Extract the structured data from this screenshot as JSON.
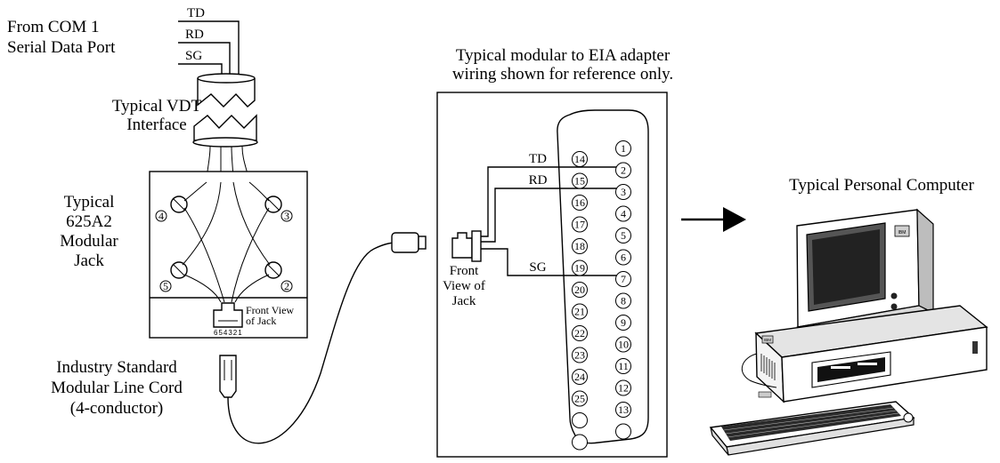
{
  "source": {
    "line1": "From COM 1",
    "line2": "Serial Data Port",
    "signals": [
      "TD",
      "RD",
      "SG"
    ]
  },
  "vdt": {
    "line1": "Typical VDT",
    "line2": "Interface"
  },
  "jack": {
    "line1": "Typical",
    "line2": "625A2",
    "line3": "Modular",
    "line4": "Jack",
    "screw_numbers": [
      "4",
      "3",
      "5",
      "2"
    ],
    "front_view_line1": "Front View",
    "front_view_line2": "of Jack",
    "pin_numbers": "654321"
  },
  "cord": {
    "line1": "Industry Standard",
    "line2": "Modular Line Cord",
    "line3": "(4-conductor)"
  },
  "adapter": {
    "caption_line1": "Typical modular to EIA adapter",
    "caption_line2": "wiring shown for reference only.",
    "jack_line1": "Front",
    "jack_line2": "View of",
    "jack_line3": "Jack",
    "signals": [
      "TD",
      "RD",
      "SG"
    ],
    "right_pins": [
      "1",
      "2",
      "3",
      "4",
      "5",
      "6",
      "7",
      "8",
      "9",
      "10",
      "11",
      "12",
      "13"
    ],
    "left_pins": [
      "14",
      "15",
      "16",
      "17",
      "18",
      "19",
      "20",
      "21",
      "22",
      "23",
      "24",
      "25"
    ]
  },
  "computer": {
    "label": "Typical Personal Computer",
    "badge": "IBM"
  }
}
